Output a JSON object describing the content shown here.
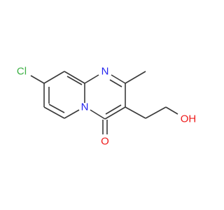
{
  "molecule": {
    "atoms": {
      "chlorine": "Cl",
      "nitrogen_ring": "N",
      "nitrogen_bridgehead": "N",
      "oxygen_carbonyl": "O",
      "oxygen_hydroxyl": "OH"
    },
    "colors": {
      "bond": "#3a3a3a",
      "chlorine": "#3cb044",
      "nitrogen": "#2424ee",
      "oxygen": "#ee1a1a"
    }
  }
}
